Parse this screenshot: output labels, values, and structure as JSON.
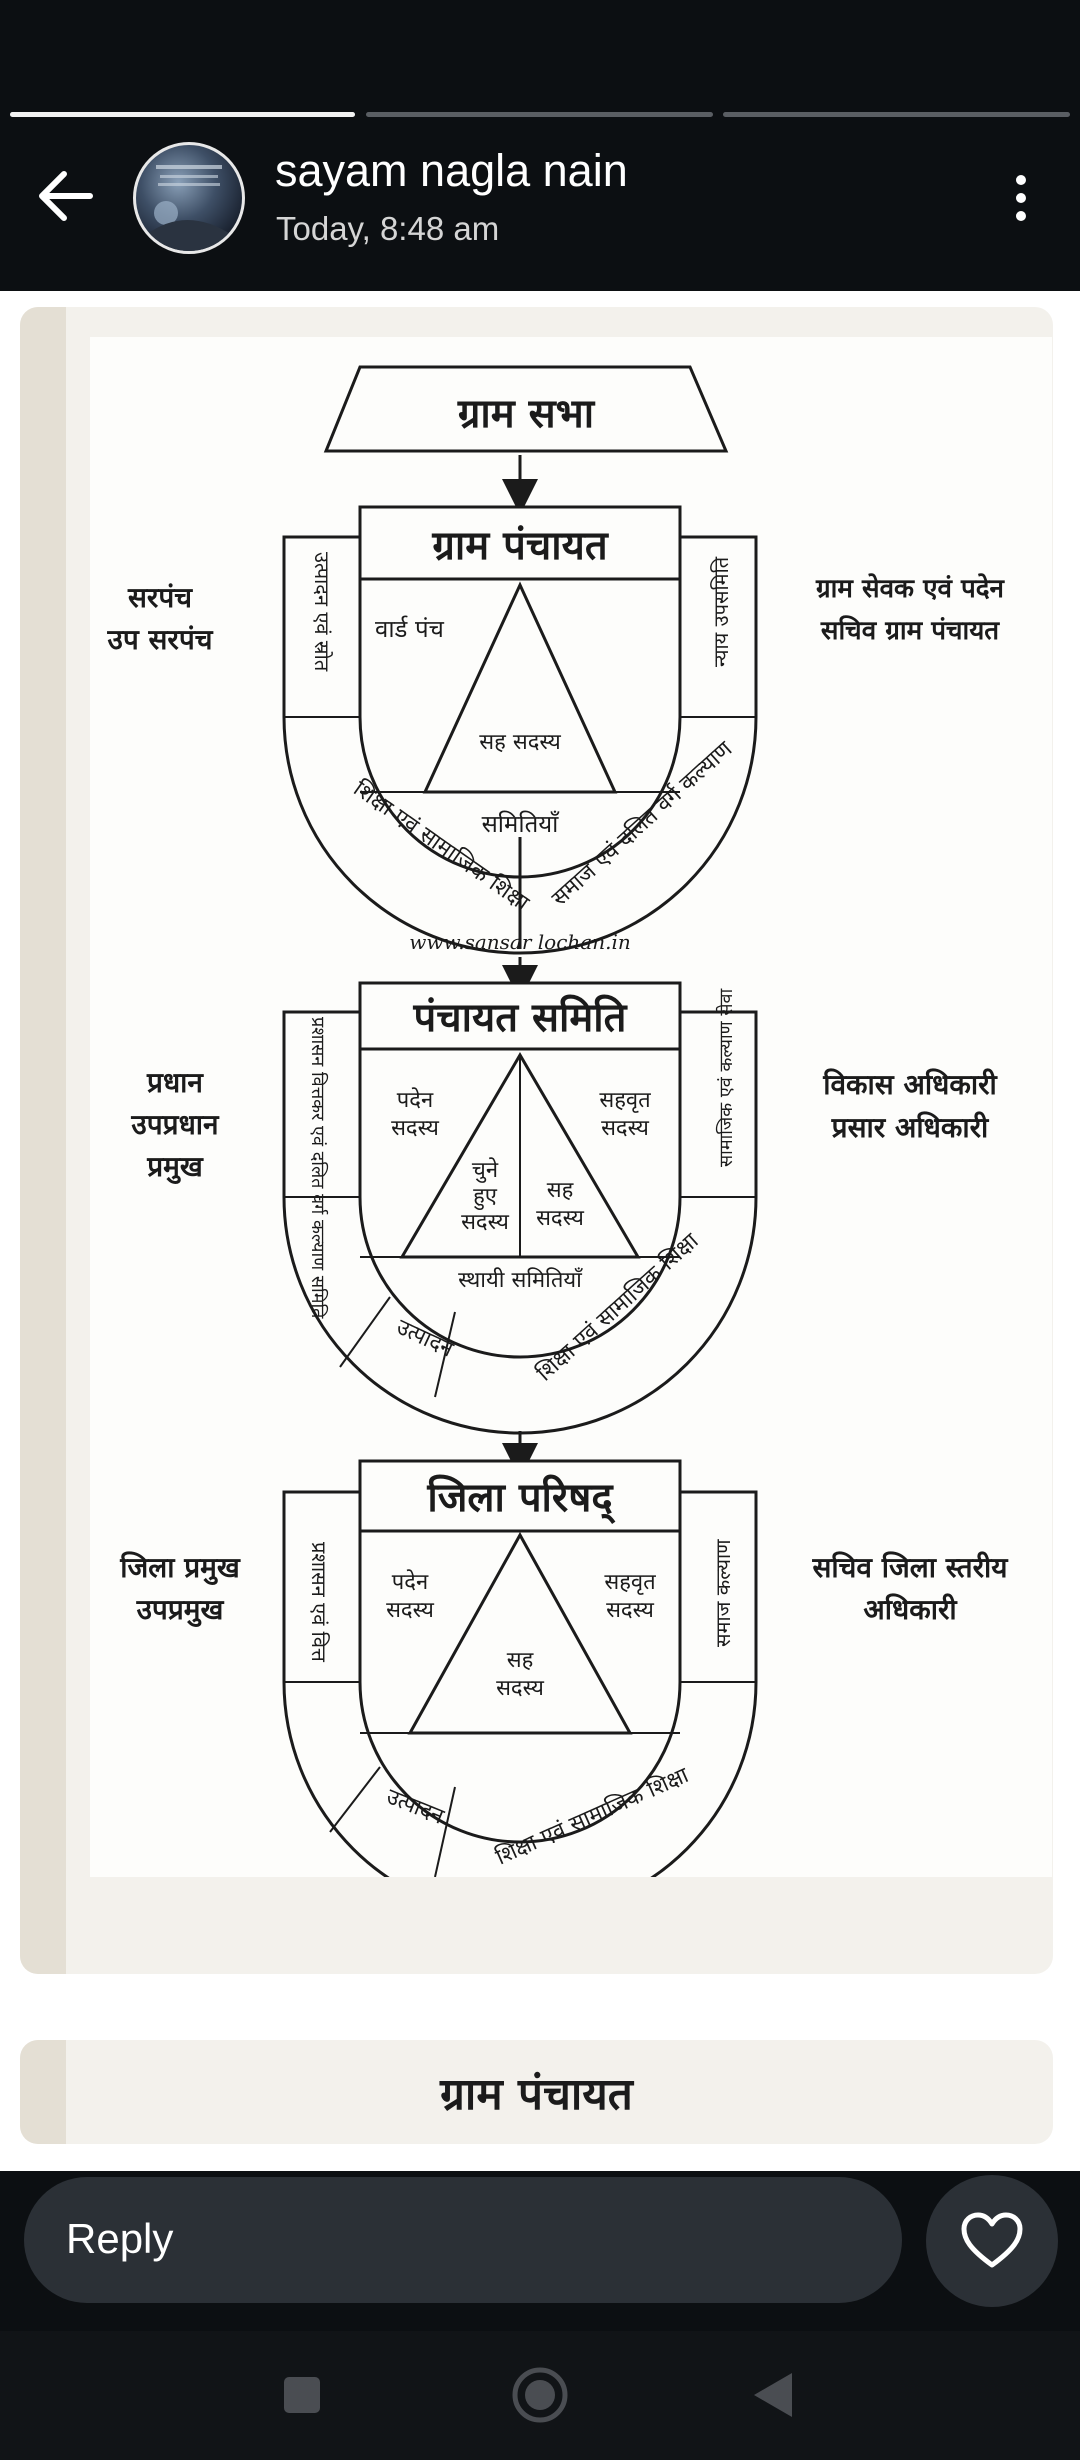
{
  "header": {
    "name": "sayam nagla nain",
    "time": "Today, 8:48 am",
    "progress_segments": [
      1.0,
      0.0,
      0.0
    ]
  },
  "diagram": {
    "gram_sabha": "ग्राम सभा",
    "gram_panchayat": {
      "title": "ग्राम पंचायत",
      "left_label": [
        "सरपंच",
        "उप सरपंच"
      ],
      "right_label": [
        "ग्राम सेवक एवं पदेन",
        "सचिव ग्राम पंचायत"
      ],
      "ward": "वार्ड पंच",
      "member": "सह सदस्य",
      "committees": "समितियाँ",
      "left_arm": "उत्पादन एवं स्रोत",
      "right_arm": "न्याय उपसमिति",
      "bottom_left": "शिक्षा एवं सामाजिक शिक्षा",
      "bottom_right": "समाज एवं दलित वर्ग कल्याण"
    },
    "watermark": "www.sansar lochan.in",
    "panchayat_samiti": {
      "title": "पंचायत समिति",
      "left_label": [
        "प्रधान",
        "उपप्रधान",
        "प्रमुख"
      ],
      "right_label": [
        "विकास अधिकारी",
        "प्रसार अधिकारी"
      ],
      "ex_officio": [
        "पदेन",
        "सदस्य"
      ],
      "coopted": [
        "सहवृत",
        "सदस्य"
      ],
      "elected": [
        "चुने",
        "हुए",
        "सदस्य"
      ],
      "associate": [
        "सह",
        "सदस्य"
      ],
      "standing": "स्थायी समितियाँ",
      "left_arm": "प्रशासन वित्तकर एवं दलित वर्ग कल्याण समिति",
      "right_arm": "सामाजिक एवं कल्याण सेवा",
      "bottom_left": "उत्पादन",
      "bottom_right": "शिक्षा एवं सामाजिक शिक्षा"
    },
    "zila_parishad": {
      "title": "जिला परिषद्",
      "left_label": [
        "जिला प्रमुख",
        "उपप्रमुख"
      ],
      "right_label": [
        "सचिव जिला स्तरीय",
        "अधिकारी"
      ],
      "ex_officio": [
        "पदेन",
        "सदस्य"
      ],
      "coopted": [
        "सहवृत",
        "सदस्य"
      ],
      "associate": [
        "सह",
        "सदस्य"
      ],
      "left_arm": "प्रशासन एवं वित्त",
      "right_arm": "समाज कल्याण",
      "bottom_left": "उत्पादन",
      "bottom_right": "शिक्षा एवं सामाजिक शिक्षा"
    }
  },
  "next_card": {
    "title": "ग्राम पंचायत"
  },
  "footer": {
    "reply_label": "Reply"
  },
  "icons": {
    "back": "arrow-left-icon",
    "more": "more-vertical-icon",
    "heart": "heart-icon",
    "nav_recents": "square-icon",
    "nav_home": "circle-icon",
    "nav_back": "triangle-back-icon"
  },
  "colors": {
    "top_bar": "#0c0f12",
    "reply_pill": "#2b3036",
    "card_bg": "#f3f1ec",
    "card_bar": "#e4dfd4",
    "ink": "#1b1b1b"
  }
}
